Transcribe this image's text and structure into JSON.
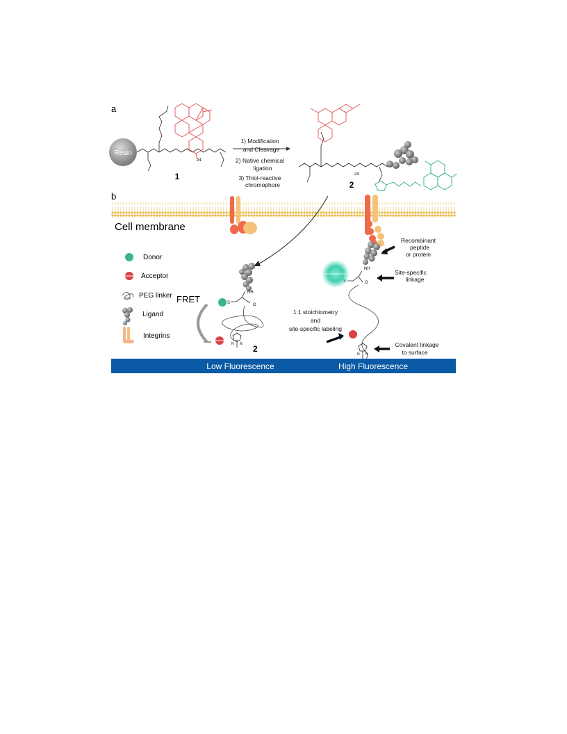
{
  "panel_a": {
    "label": "a",
    "resin": "Resin",
    "compound1": "1",
    "compound2": "2",
    "subscript": "24",
    "steps": [
      "1) Modification",
      "and Cleavage",
      "2) Native chemical",
      "ligation",
      "3) Thiol-reactive",
      "chromophore"
    ]
  },
  "panel_b": {
    "label": "b",
    "cell_membrane": "Cell membrane",
    "fret": "FRET",
    "compound2": "2",
    "legend": {
      "donor": "Donor",
      "acceptor": "Acceptor",
      "peg": "PEG linker",
      "ligand": "Ligand",
      "integrins": "Integrins"
    },
    "annotations": {
      "recombinant": [
        "Recombinant",
        "peptide",
        "or protein"
      ],
      "site_specific": [
        "Site-specific",
        "linkage"
      ],
      "stoichiometry": [
        "1:1 stoichiometry",
        "and",
        "site-specific labeling"
      ],
      "covalent": [
        "Covalent linkage",
        "to surface"
      ]
    },
    "bar_left": "Low Fluorescence",
    "bar_right": "High Fluorescence"
  },
  "colors": {
    "donor": "#3bb38f",
    "acceptor": "#d94242",
    "rhodamine": "#e05050",
    "fluorescein": "#2aa890",
    "integrin_red": "#ef6a4c",
    "integrin_yellow": "#f4c27a",
    "membrane": "#f3d27a",
    "bar": "#0b5aa6"
  }
}
